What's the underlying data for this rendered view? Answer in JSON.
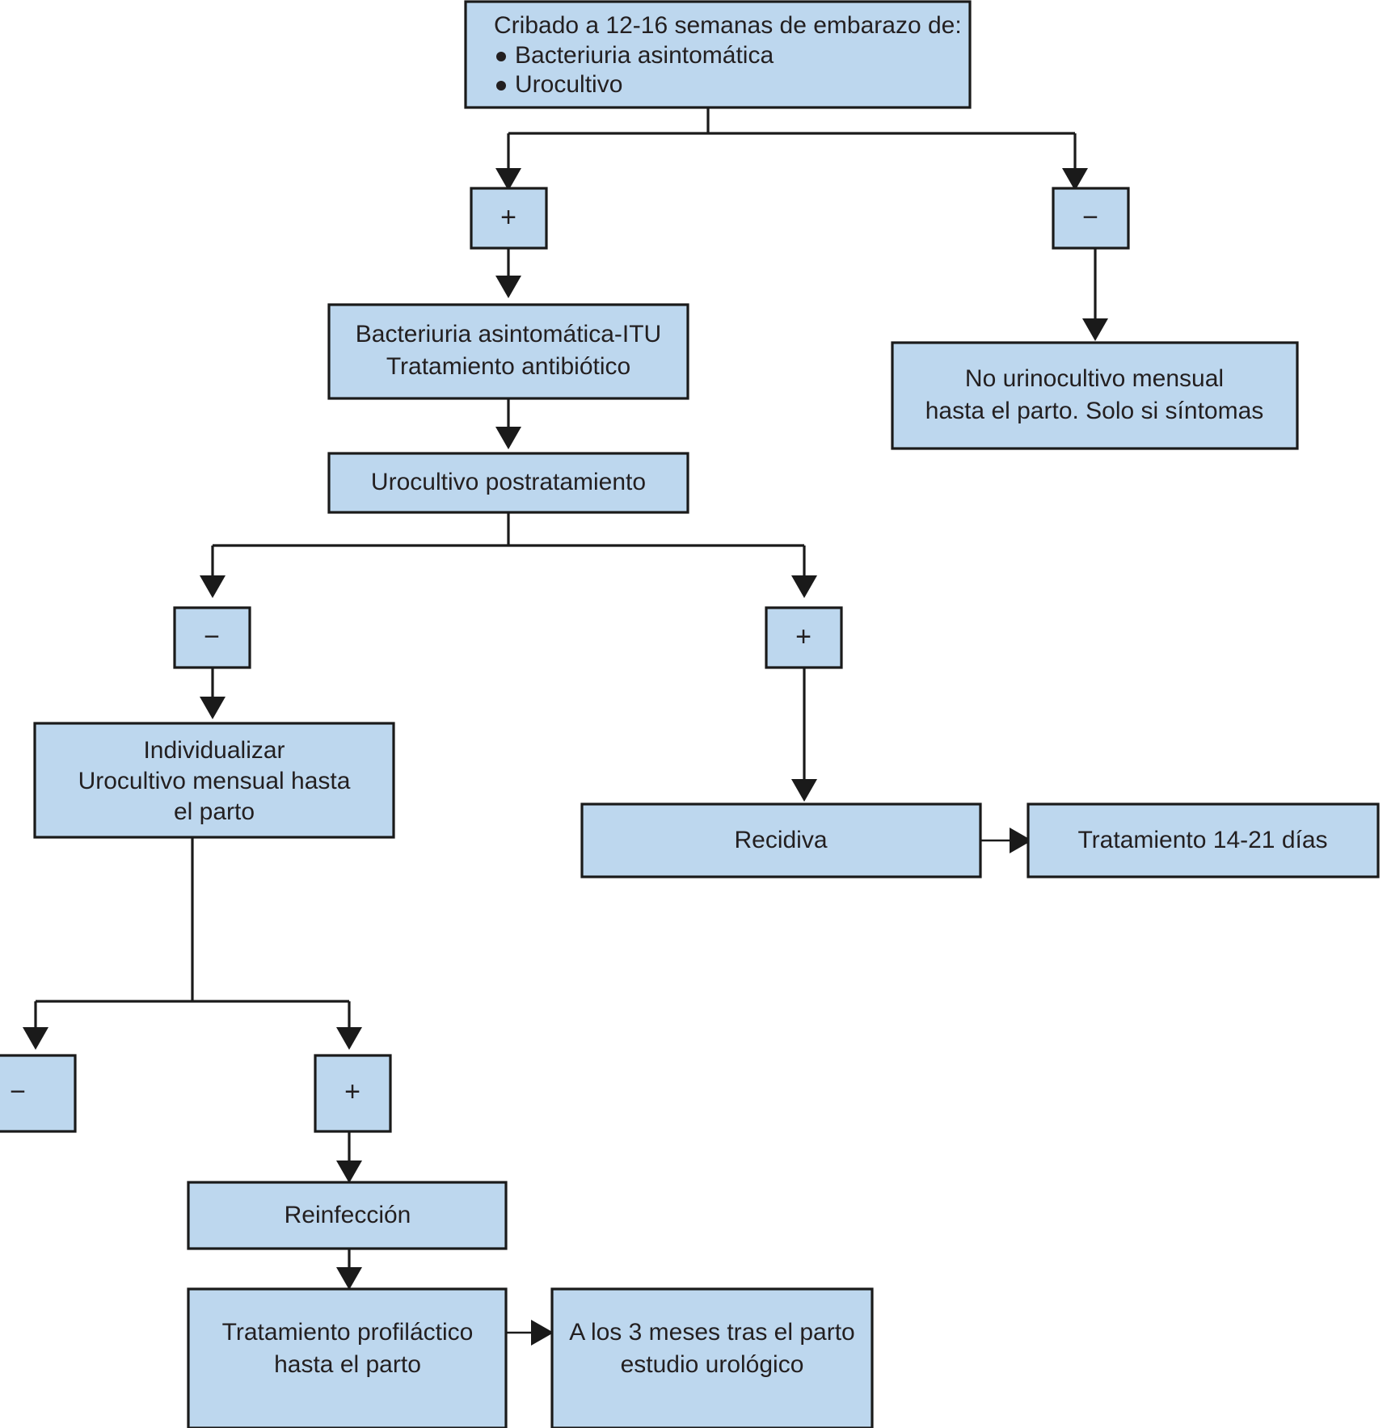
{
  "diagram": {
    "title_text": "Cribado a 12-16 semanas de embarazo de:",
    "language": "es",
    "colors": {
      "node_fill": "#bdd7ee",
      "node_stroke": "#1a1a1a",
      "text": "#231f20",
      "background": "#ffffff"
    },
    "nodes": {
      "screening": {
        "line1": "Cribado a 12-16 semanas de embarazo de:",
        "bullet1": "Bacteriuria asintomática",
        "bullet2": "Urocultivo"
      },
      "screen_positive": {
        "label": "+"
      },
      "screen_negative": {
        "label": "−"
      },
      "bacteriuria_treatment": {
        "line1": "Bacteriuria asintomática-ITU",
        "line2": "Tratamiento antibiótico"
      },
      "no_monthly_culture": {
        "line1": "No urinocultivo mensual",
        "line2": "hasta el parto. Solo si síntomas"
      },
      "post_treatment_culture": {
        "line1": "Urocultivo postratamiento"
      },
      "post_negative": {
        "label": "−"
      },
      "post_positive": {
        "label": "+"
      },
      "individualize": {
        "line1": "Individualizar",
        "line2": "Urocultivo mensual hasta",
        "line3": "el parto"
      },
      "relapse": {
        "line1": "Recidiva"
      },
      "treatment_days": {
        "line1": "Tratamiento 14-21 días"
      },
      "monthly_negative": {
        "label": "−"
      },
      "monthly_positive": {
        "label": "+"
      },
      "reinfection": {
        "line1": "Reinfección"
      },
      "prophylactic_treatment": {
        "line1": "Tratamiento profiláctico",
        "line2": "hasta el parto"
      },
      "urologic_study": {
        "line1": "A los 3 meses tras el parto",
        "line2": "estudio urológico"
      }
    }
  }
}
